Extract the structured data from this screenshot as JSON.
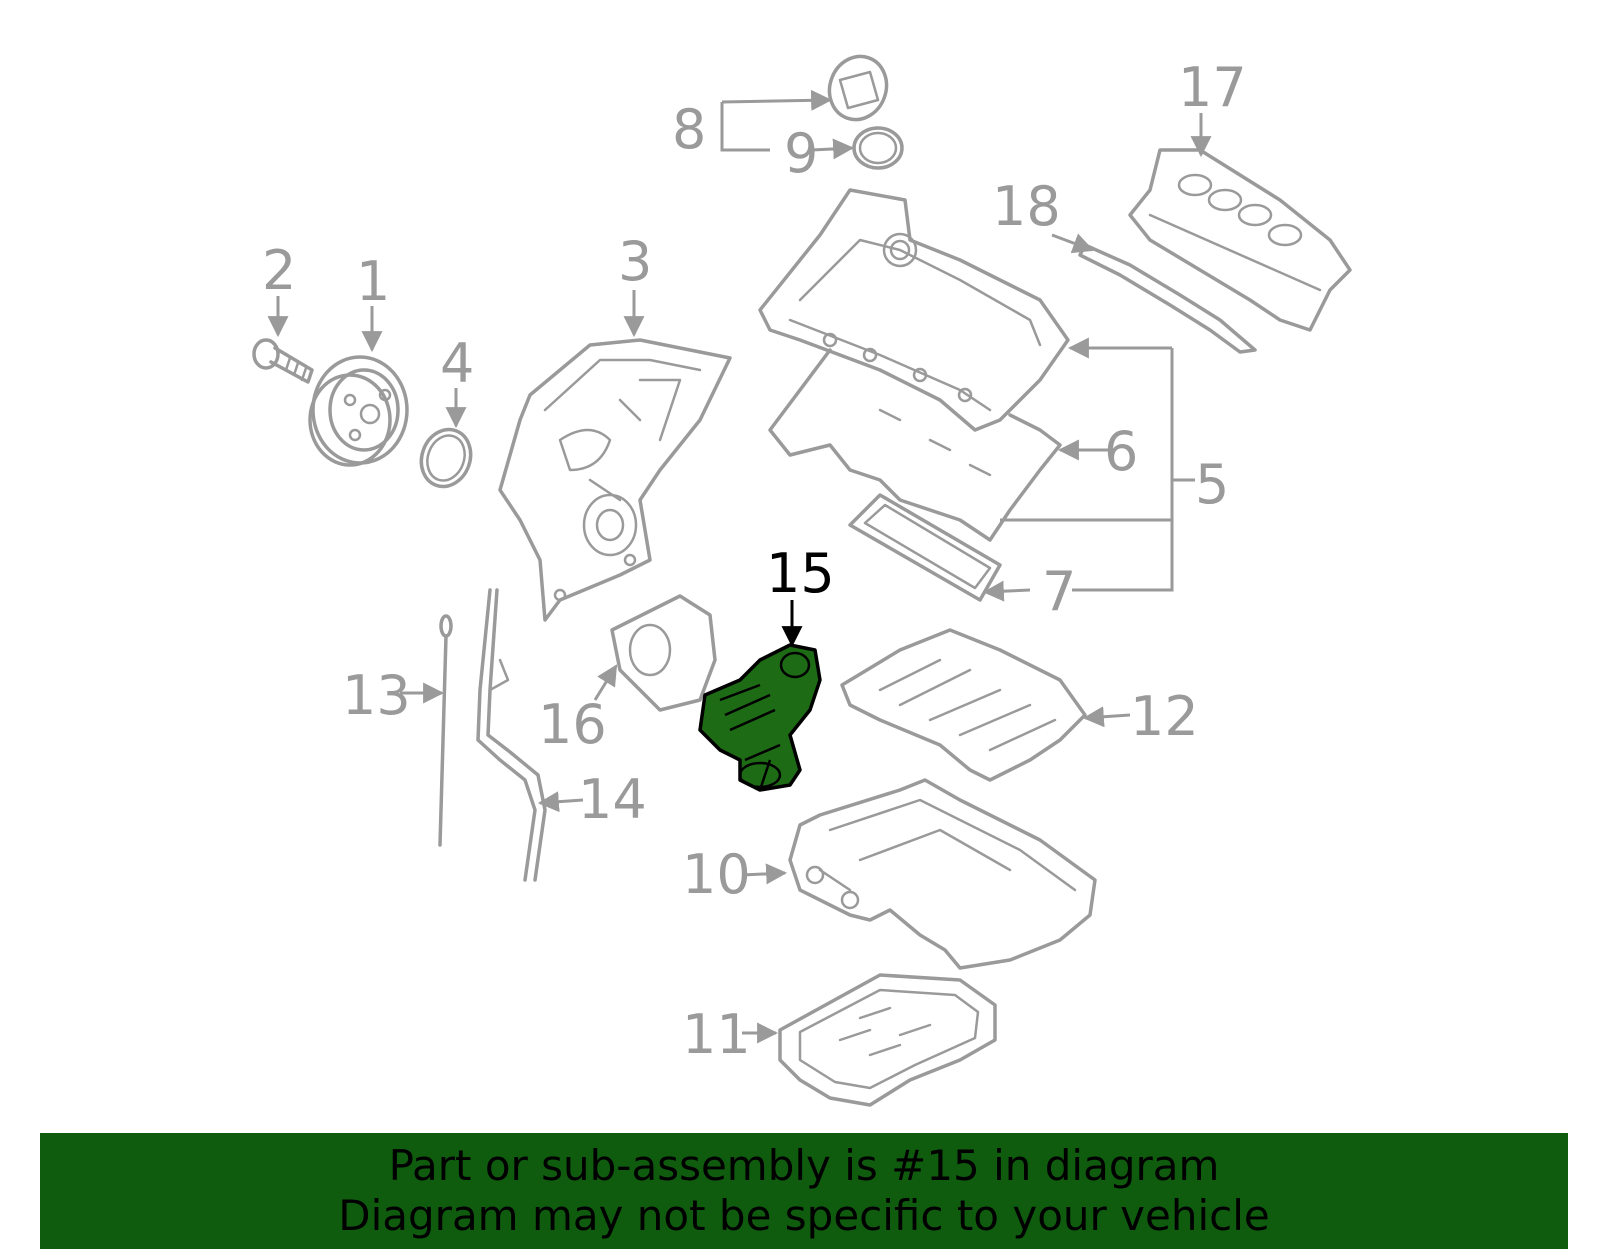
{
  "highlight_color": "#1e6b16",
  "banner_color": "#0f5c0f",
  "callouts": [
    {
      "id": "1",
      "text": "1"
    },
    {
      "id": "2",
      "text": "2"
    },
    {
      "id": "3",
      "text": "3"
    },
    {
      "id": "4",
      "text": "4"
    },
    {
      "id": "5",
      "text": "5"
    },
    {
      "id": "6",
      "text": "6"
    },
    {
      "id": "7",
      "text": "7"
    },
    {
      "id": "8",
      "text": "8"
    },
    {
      "id": "9",
      "text": "9"
    },
    {
      "id": "10",
      "text": "10"
    },
    {
      "id": "11",
      "text": "11"
    },
    {
      "id": "12",
      "text": "12"
    },
    {
      "id": "13",
      "text": "13"
    },
    {
      "id": "14",
      "text": "14"
    },
    {
      "id": "15",
      "text": "15"
    },
    {
      "id": "16",
      "text": "16"
    },
    {
      "id": "17",
      "text": "17"
    },
    {
      "id": "18",
      "text": "18"
    }
  ],
  "highlighted_callout": "15",
  "banner": {
    "line1": "Part or sub-assembly is #15 in diagram",
    "line2": "Diagram may not be specific to your vehicle"
  }
}
